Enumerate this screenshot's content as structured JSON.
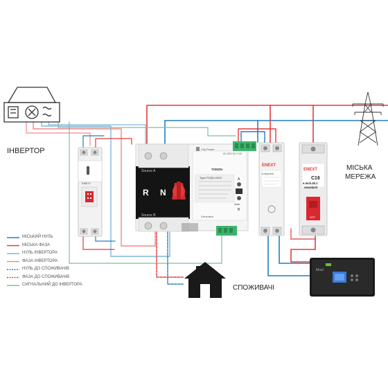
{
  "labels": {
    "inverter": "ІНВЕРТОР",
    "grid_line1": "МІСЬКА",
    "grid_line2": "МЕРЕЖА",
    "consumers": "СПОЖИВАЧІ"
  },
  "legend": [
    {
      "text": "МІСЬКИЙ НУЛЬ",
      "color": "#1f7fc2",
      "style": "solid"
    },
    {
      "text": "МІСЬКА ФАЗА",
      "color": "#e23a3a",
      "style": "solid"
    },
    {
      "text": "НУЛЬ ІНВЕРТОРА",
      "color": "#7fb6dd",
      "style": "solid"
    },
    {
      "text": "ФАЗА ІНВЕРТОРА",
      "color": "#f08a8a",
      "style": "solid"
    },
    {
      "text": "НУЛЬ ДО СПОЖИВАЧІВ",
      "color": "#1f7fc2",
      "style": "dashed"
    },
    {
      "text": "ФАЗА ДО СПОЖИВАЧІВ",
      "color": "#e23a3a",
      "style": "dashed"
    },
    {
      "text": "СИГНАЛЬНИЙ ДО ІНВЕРТОРА",
      "color": "#7fbf9a",
      "style": "solid"
    }
  ],
  "ats": {
    "left_letters": [
      "R",
      "N"
    ],
    "source_a": "Source A",
    "source_b": "Source B",
    "brand": "TOMZN",
    "type_label": "Type:TOQ5-100/2",
    "auto_label": "Auto",
    "manual_label": "A",
    "off_label": "B",
    "city_power": "City Power",
    "generator": "Generator",
    "ac_terminals": "AC 220V NC C NO"
  },
  "relay": {
    "brand": "ENEXT",
    "model": "e.relay.sens"
  },
  "breaker": {
    "brand": "ENEXT",
    "rating": "C16",
    "model": "e.mcb.45.1",
    "standard": "standard",
    "off_text": "OFF"
  },
  "time_relay": {
    "brand": "ENEXT"
  },
  "inverter_device": {
    "brand": "Must"
  },
  "colors": {
    "city_neutral": "#1f7fc2",
    "city_phase": "#e23a3a",
    "inverter_neutral": "#7fb6dd",
    "inverter_phase": "#f08a8a",
    "signal": "#7fbf9a",
    "terminal_green": "#3db36b",
    "breaker_red": "#d9282f"
  },
  "icons": [
    "inverter-icon",
    "pylon-icon",
    "house-icon",
    "ups-icon"
  ]
}
